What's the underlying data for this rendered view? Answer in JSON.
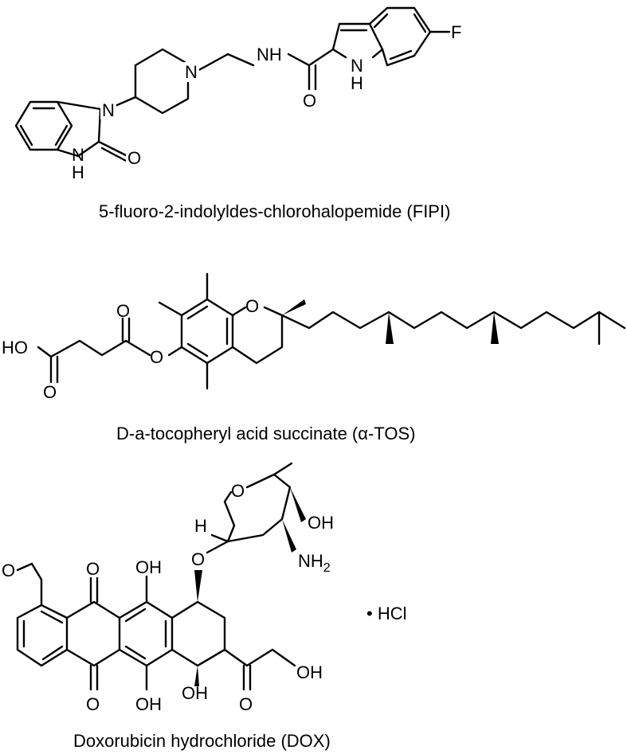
{
  "molecules": [
    {
      "caption": "5-fluoro-2-indolyldes-chlorohalopemide (FIPI)",
      "atoms": {
        "n_benzimidazole": "N",
        "o_carbonyl_1": "O",
        "nh_benzimidazole": "N",
        "h_benzimidazole": "H",
        "n_piperidine": "N",
        "nh_amide": "NH",
        "o_amide": "O",
        "nh_indole": "N",
        "h_indole": "H",
        "f": "F"
      }
    },
    {
      "caption": "D-a-tocopheryl acid succinate (α-TOS)",
      "atoms": {
        "ho": "HO",
        "o_acid": "O",
        "o_ester_carbonyl": "O",
        "o_ester": "O",
        "o_chroman": "O"
      }
    },
    {
      "caption": "Doxorubicin hydrochloride (DOX)",
      "atoms": {
        "o_methoxy": "O",
        "o_quinone_top": "O",
        "o_quinone_bottom": "O",
        "oh_top": "OH",
        "oh_bottom": "OH",
        "o_glycoside": "O",
        "h_anomeric": "H",
        "o_sugar_ring": "O",
        "oh_sugar": "OH",
        "nh2": "NH",
        "nh2_sub": "2",
        "oh_tertiary": "OH",
        "o_ketone": "O",
        "oh_primary": "OH"
      },
      "salt": "• HCl"
    }
  ]
}
